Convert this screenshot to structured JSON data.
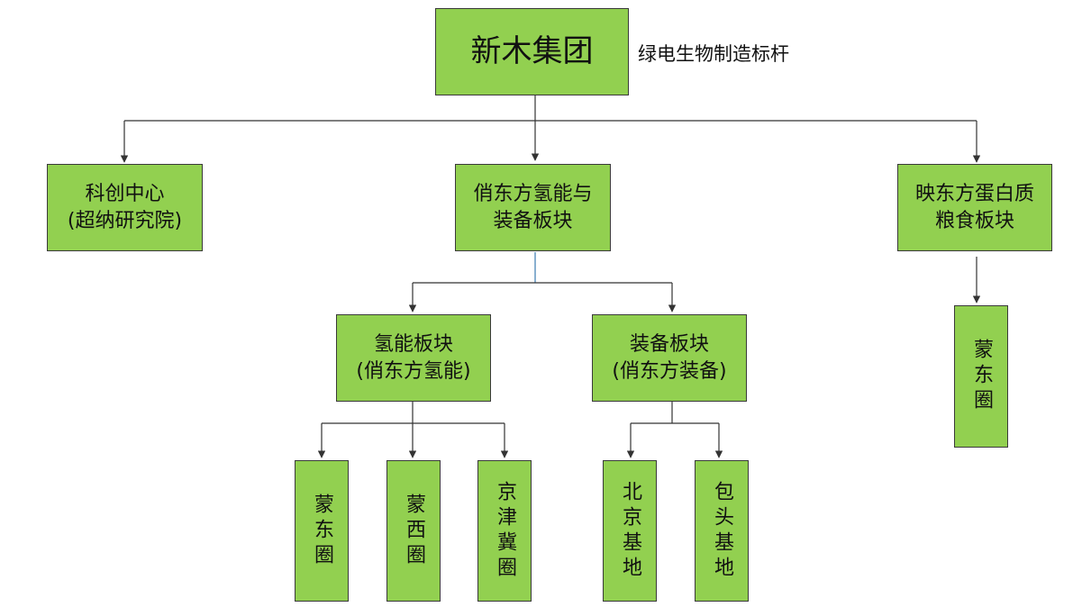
{
  "root": {
    "label": "新木集团",
    "tagline": "绿电生物制造标杆"
  },
  "level1": {
    "kechuang": {
      "line1": "科创中心",
      "line2": "(超纳研究院)"
    },
    "xiaodong_qingneng": {
      "line1": "俏东方氢能与",
      "line2": "装备板块"
    },
    "yingdong": {
      "line1": "映东方蛋白质",
      "line2": "粮食板块"
    }
  },
  "level2": {
    "qingneng": {
      "line1": "氢能板块",
      "line2": "(俏东方氢能)"
    },
    "zhuangbei": {
      "line1": "装备板块",
      "line2": "(俏东方装备)"
    },
    "yingdong_mengdong": {
      "label": "蒙东圈"
    }
  },
  "level3": {
    "mengdong": {
      "label": "蒙东圈"
    },
    "mengxi": {
      "label": "蒙西圈"
    },
    "jingjinji": {
      "label": "京津冀圈"
    },
    "beijing": {
      "label": "北京基地"
    },
    "baotou": {
      "label": "包头基地"
    }
  },
  "colors": {
    "node_fill": "#92d050",
    "node_border": "#3a3a3a",
    "line": "#333333"
  }
}
